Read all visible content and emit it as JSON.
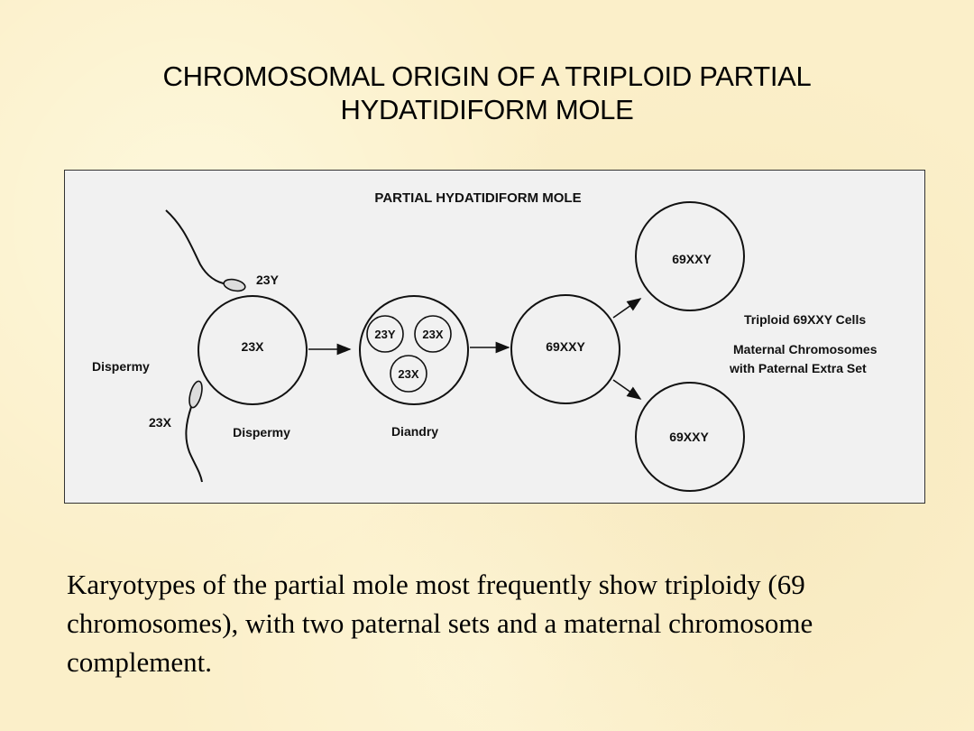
{
  "slide": {
    "title_line1": "CHROMOSOMAL ORIGIN OF A TRIPLOID PARTIAL",
    "title_line2": "HYDATIDIFORM MOLE",
    "caption": "Karyotypes of the partial mole most frequently show triploidy (69 chromosomes), with two paternal sets and a maternal chromosome complement."
  },
  "diagram": {
    "heading": "PARTIAL HYDATIDIFORM MOLE",
    "sperm_top_label": "23Y",
    "sperm_bottom_label": "23X",
    "left_side_label": "Dispermy",
    "egg_label": "23X",
    "egg_caption": "Dispermy",
    "diandry_labels": [
      "23Y",
      "23X",
      "23X"
    ],
    "diandry_caption": "Diandry",
    "zygote_label": "69XXY",
    "cell_top_label": "69XXY",
    "cell_bottom_label": "69XXY",
    "annotation_1": "Triploid 69XXY Cells",
    "annotation_2a": "Maternal Chromosomes",
    "annotation_2b": "with Paternal Extra Set"
  },
  "colors": {
    "background": "#fbefc9",
    "figure_background": "#f1f1f1",
    "ink": "#111111"
  }
}
